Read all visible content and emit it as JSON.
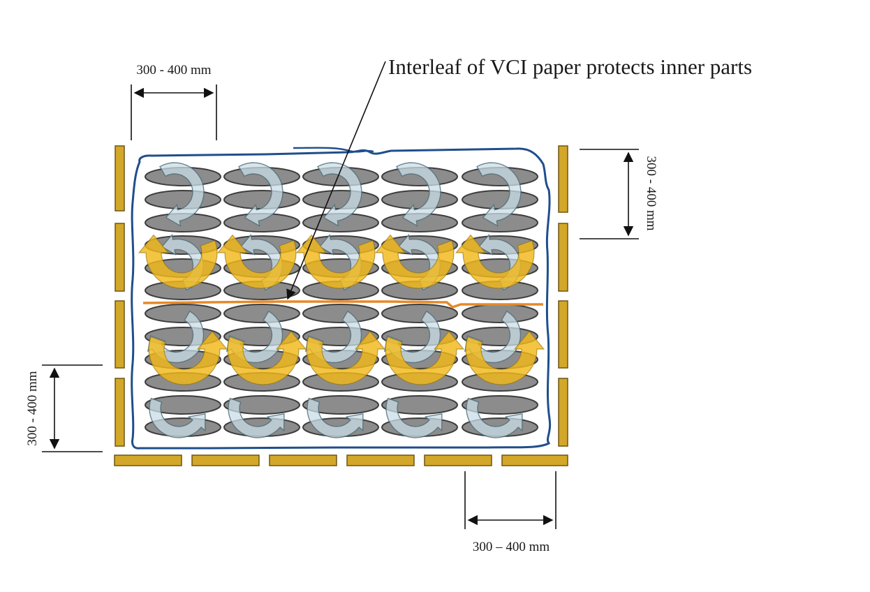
{
  "callout": {
    "text": "Interleaf of VCI paper protects inner parts"
  },
  "dimensions": {
    "top_left": "300 - 400 mm",
    "right": "300 - 400 mm",
    "left": "300 - 400 mm",
    "bottom": "300 – 400 mm"
  },
  "colors": {
    "wrap_outline": "#1f4e8c",
    "interleaf": "#e58a2a",
    "slat": "#d2a72a",
    "part": "#8c8c8c",
    "airflow_yellow": "#f0b81a",
    "airflow_blue": "#c9dde6"
  },
  "components": {
    "parts": "stacked-oval-parts",
    "wrap": "vci-wrap-outline",
    "interleaf": "vci-interleaf-sheet",
    "frame": "wooden-slat-frame",
    "airflow": "vci-vapour-arrows"
  }
}
